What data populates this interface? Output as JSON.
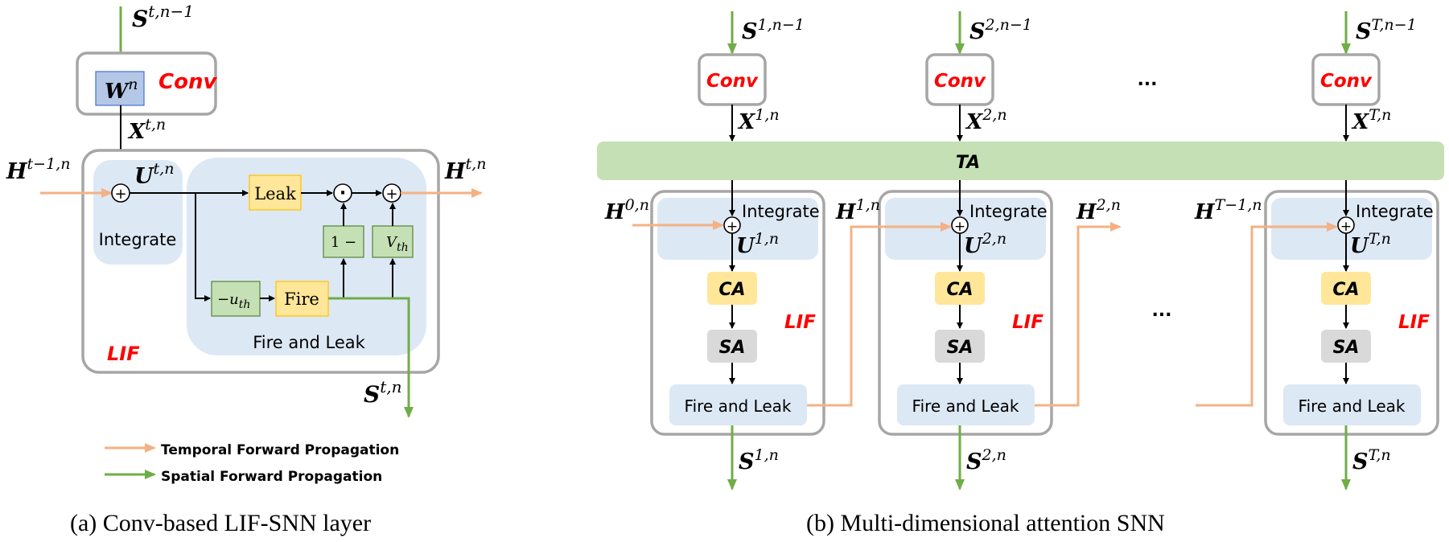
{
  "colors": {
    "temporal": "#f4b183",
    "spatial": "#70ad47",
    "conv_label": "#ff0000",
    "lif_label": "#ff0000",
    "box_border": "#a6a6a6",
    "region_fill": "#dde8f5",
    "weight_fill": "#b4c7e7",
    "weight_border": "#4472c4",
    "yellow_fill": "#ffe699",
    "yellow_border": "#ffc000",
    "green_fill": "#c5e0b4",
    "green_border": "#548235",
    "sa_fill": "#d9d9d9",
    "ta_fill": "#c5e0b4"
  },
  "panel_a": {
    "caption": "(a) Conv-based LIF-SNN layer",
    "input_spike": {
      "base": "S",
      "sup": "t,n−1"
    },
    "conv_label": "Conv",
    "weight": {
      "base": "W",
      "sup": "n"
    },
    "conv_output": {
      "base": "X",
      "sup": "t,n"
    },
    "hidden_in": {
      "base": "H",
      "sup": "t−1,n"
    },
    "membrane": {
      "base": "U",
      "sup": "t,n"
    },
    "hidden_out": {
      "base": "H",
      "sup": "t,n"
    },
    "integrate_label": "Integrate",
    "fire_leak_label": "Fire and Leak",
    "lif_label": "LIF",
    "leak_label": "Leak",
    "fire_label": "Fire",
    "threshold_sub": {
      "base": "−u",
      "sub": "th"
    },
    "one_minus": "1 −",
    "vth": {
      "base": "V",
      "sub": "th"
    },
    "output_spike": {
      "base": "S",
      "sup": "t,n"
    },
    "add_op": "+",
    "mul_op": "·",
    "legend": [
      {
        "label": "Temporal Forward Propagation",
        "kind": "temporal"
      },
      {
        "label": "Spatial Forward Propagation",
        "kind": "spatial"
      }
    ]
  },
  "panel_b": {
    "caption": "(b) Multi-dimensional attention SNN",
    "ta_label": "TA",
    "ellipsis": "...",
    "columns": [
      {
        "input_spike": {
          "base": "S",
          "sup": "1,n−1"
        },
        "conv_label": "Conv",
        "conv_output": {
          "base": "X",
          "sup": "1,n"
        },
        "hidden_in": {
          "base": "H",
          "sup": "0,n"
        },
        "membrane": {
          "base": "U",
          "sup": "1,n"
        },
        "integrate_label": "Integrate",
        "ca_label": "CA",
        "sa_label": "SA",
        "lif_label": "LIF",
        "fire_leak_label": "Fire and Leak",
        "output_spike": {
          "base": "S",
          "sup": "1,n"
        }
      },
      {
        "input_spike": {
          "base": "S",
          "sup": "2,n−1"
        },
        "conv_label": "Conv",
        "conv_output": {
          "base": "X",
          "sup": "2,n"
        },
        "hidden_in": {
          "base": "H",
          "sup": "1,n"
        },
        "membrane": {
          "base": "U",
          "sup": "2,n"
        },
        "integrate_label": "Integrate",
        "ca_label": "CA",
        "sa_label": "SA",
        "lif_label": "LIF",
        "fire_leak_label": "Fire and Leak",
        "output_spike": {
          "base": "S",
          "sup": "2,n"
        },
        "hidden_out": {
          "base": "H",
          "sup": "2,n"
        }
      },
      {
        "input_spike": {
          "base": "S",
          "sup": "T,n−1"
        },
        "conv_label": "Conv",
        "conv_output": {
          "base": "X",
          "sup": "T,n"
        },
        "hidden_in": {
          "base": "H",
          "sup": "T−1,n"
        },
        "membrane": {
          "base": "U",
          "sup": "T,n"
        },
        "integrate_label": "Integrate",
        "ca_label": "CA",
        "sa_label": "SA",
        "lif_label": "LIF",
        "fire_leak_label": "Fire and Leak",
        "output_spike": {
          "base": "S",
          "sup": "T,n"
        }
      }
    ]
  }
}
